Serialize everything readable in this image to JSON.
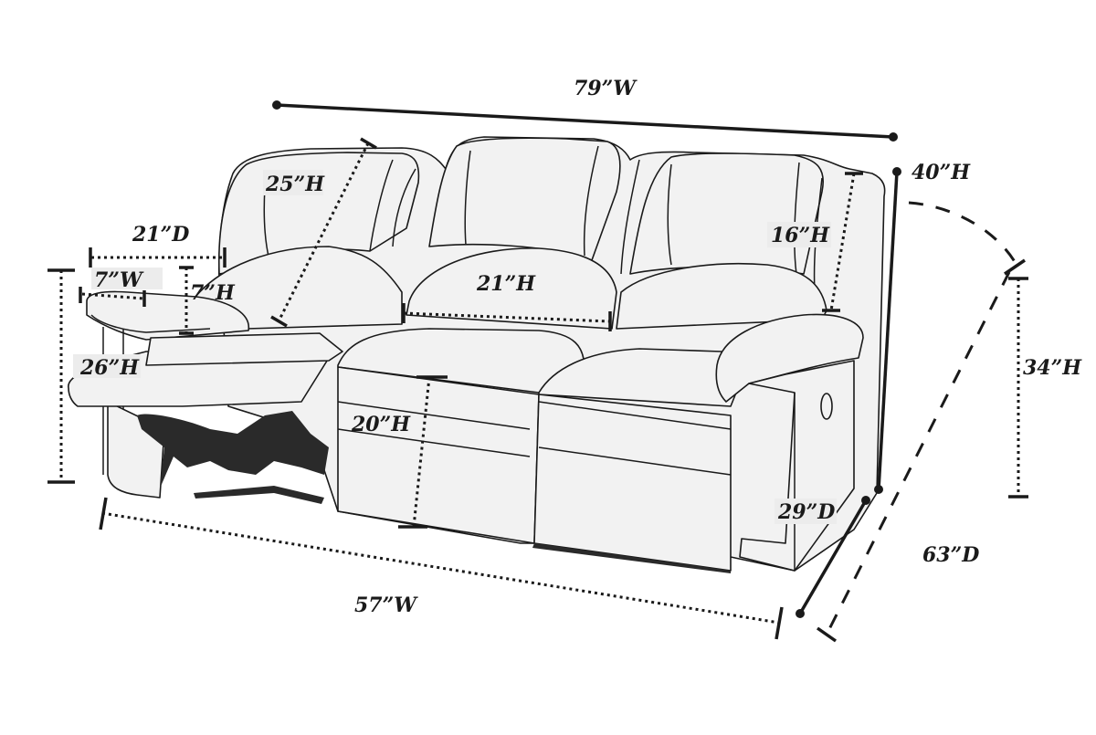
{
  "diagram": {
    "subject": "Reclining sofa dimension diagram",
    "units": "inches",
    "dimensions": {
      "overall_width": "79”W",
      "overall_height": "40”H",
      "back_height_with_seat": "34”H",
      "reclined_depth": "63”D",
      "depth": "29”D",
      "inner_width": "57”W",
      "back_height": "25”H",
      "arm_height": "26”H",
      "arm_depth": "21”D",
      "arm_width": "7”W",
      "arm_top_height": "7”H",
      "seat_back_width": "21”H",
      "back_cushion_height": "16”H",
      "seat_height": "20”H"
    }
  }
}
